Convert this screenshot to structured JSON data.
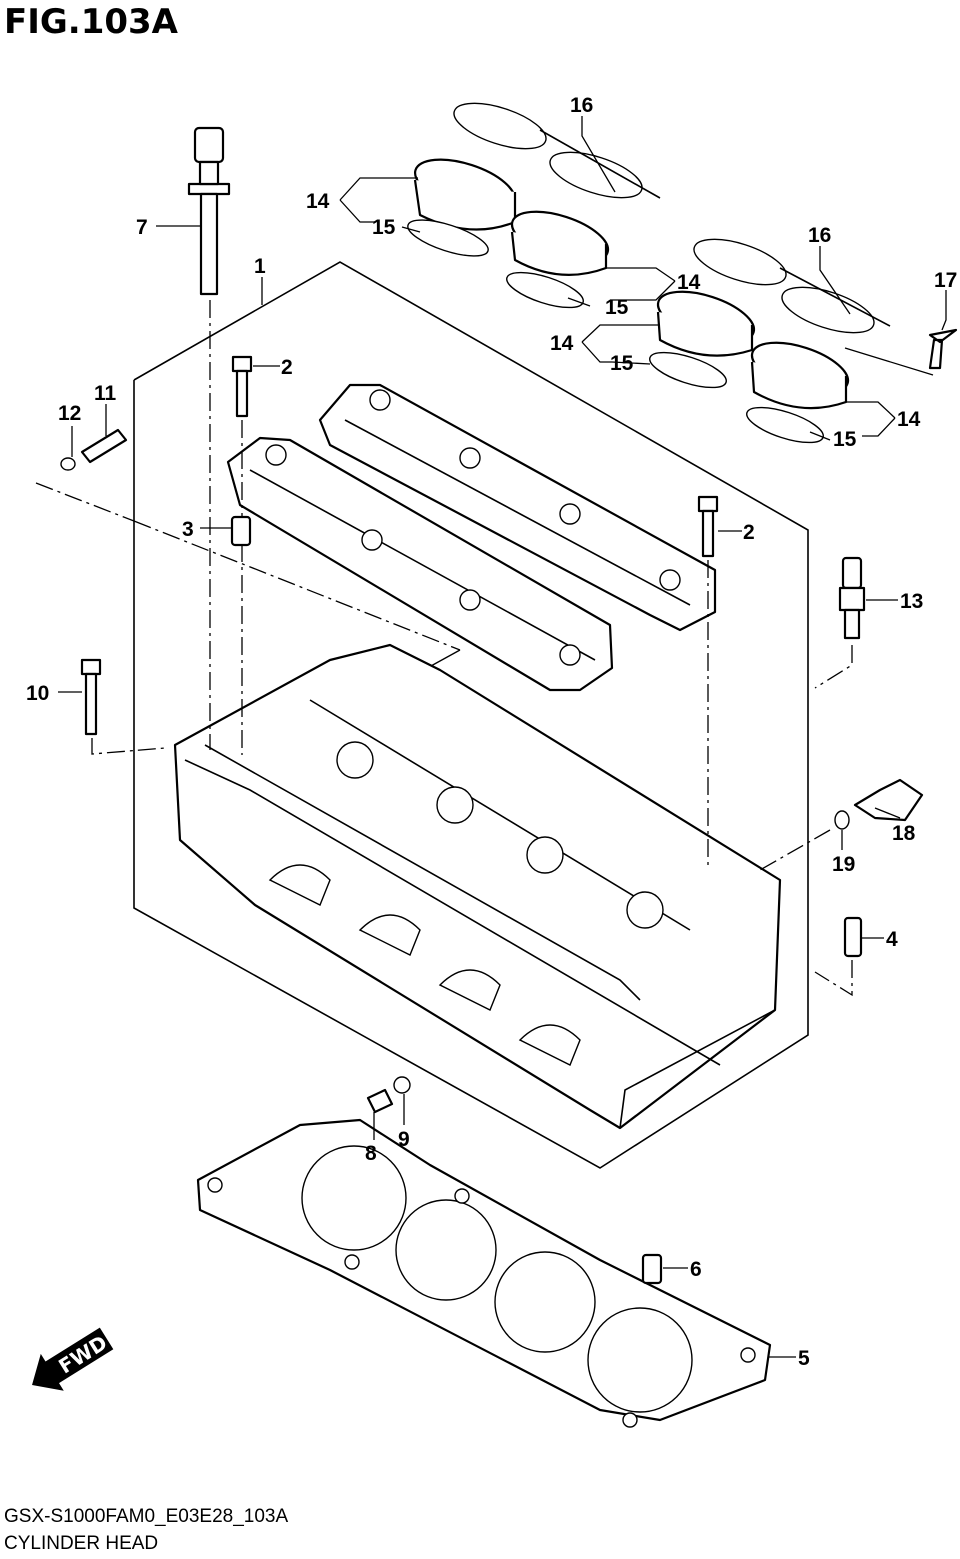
{
  "figure": {
    "title": "FIG.103A",
    "model_code": "GSX-S1000FAM0_E03E28_103A",
    "name": "CYLINDER HEAD"
  },
  "fwd_label": "FWD",
  "callouts": [
    {
      "id": "c1",
      "label": "1"
    },
    {
      "id": "c2a",
      "label": "2"
    },
    {
      "id": "c2b",
      "label": "2"
    },
    {
      "id": "c3",
      "label": "3"
    },
    {
      "id": "c4",
      "label": "4"
    },
    {
      "id": "c5",
      "label": "5"
    },
    {
      "id": "c6",
      "label": "6"
    },
    {
      "id": "c7",
      "label": "7"
    },
    {
      "id": "c8",
      "label": "8"
    },
    {
      "id": "c9",
      "label": "9"
    },
    {
      "id": "c10",
      "label": "10"
    },
    {
      "id": "c11",
      "label": "11"
    },
    {
      "id": "c12",
      "label": "12"
    },
    {
      "id": "c13",
      "label": "13"
    },
    {
      "id": "c14a",
      "label": "14"
    },
    {
      "id": "c14b",
      "label": "14"
    },
    {
      "id": "c14c",
      "label": "14"
    },
    {
      "id": "c14d",
      "label": "14"
    },
    {
      "id": "c15a",
      "label": "15"
    },
    {
      "id": "c15b",
      "label": "15"
    },
    {
      "id": "c15c",
      "label": "15"
    },
    {
      "id": "c15d",
      "label": "15"
    },
    {
      "id": "c16a",
      "label": "16"
    },
    {
      "id": "c16b",
      "label": "16"
    },
    {
      "id": "c17",
      "label": "17"
    },
    {
      "id": "c18",
      "label": "18"
    },
    {
      "id": "c19",
      "label": "19"
    }
  ]
}
